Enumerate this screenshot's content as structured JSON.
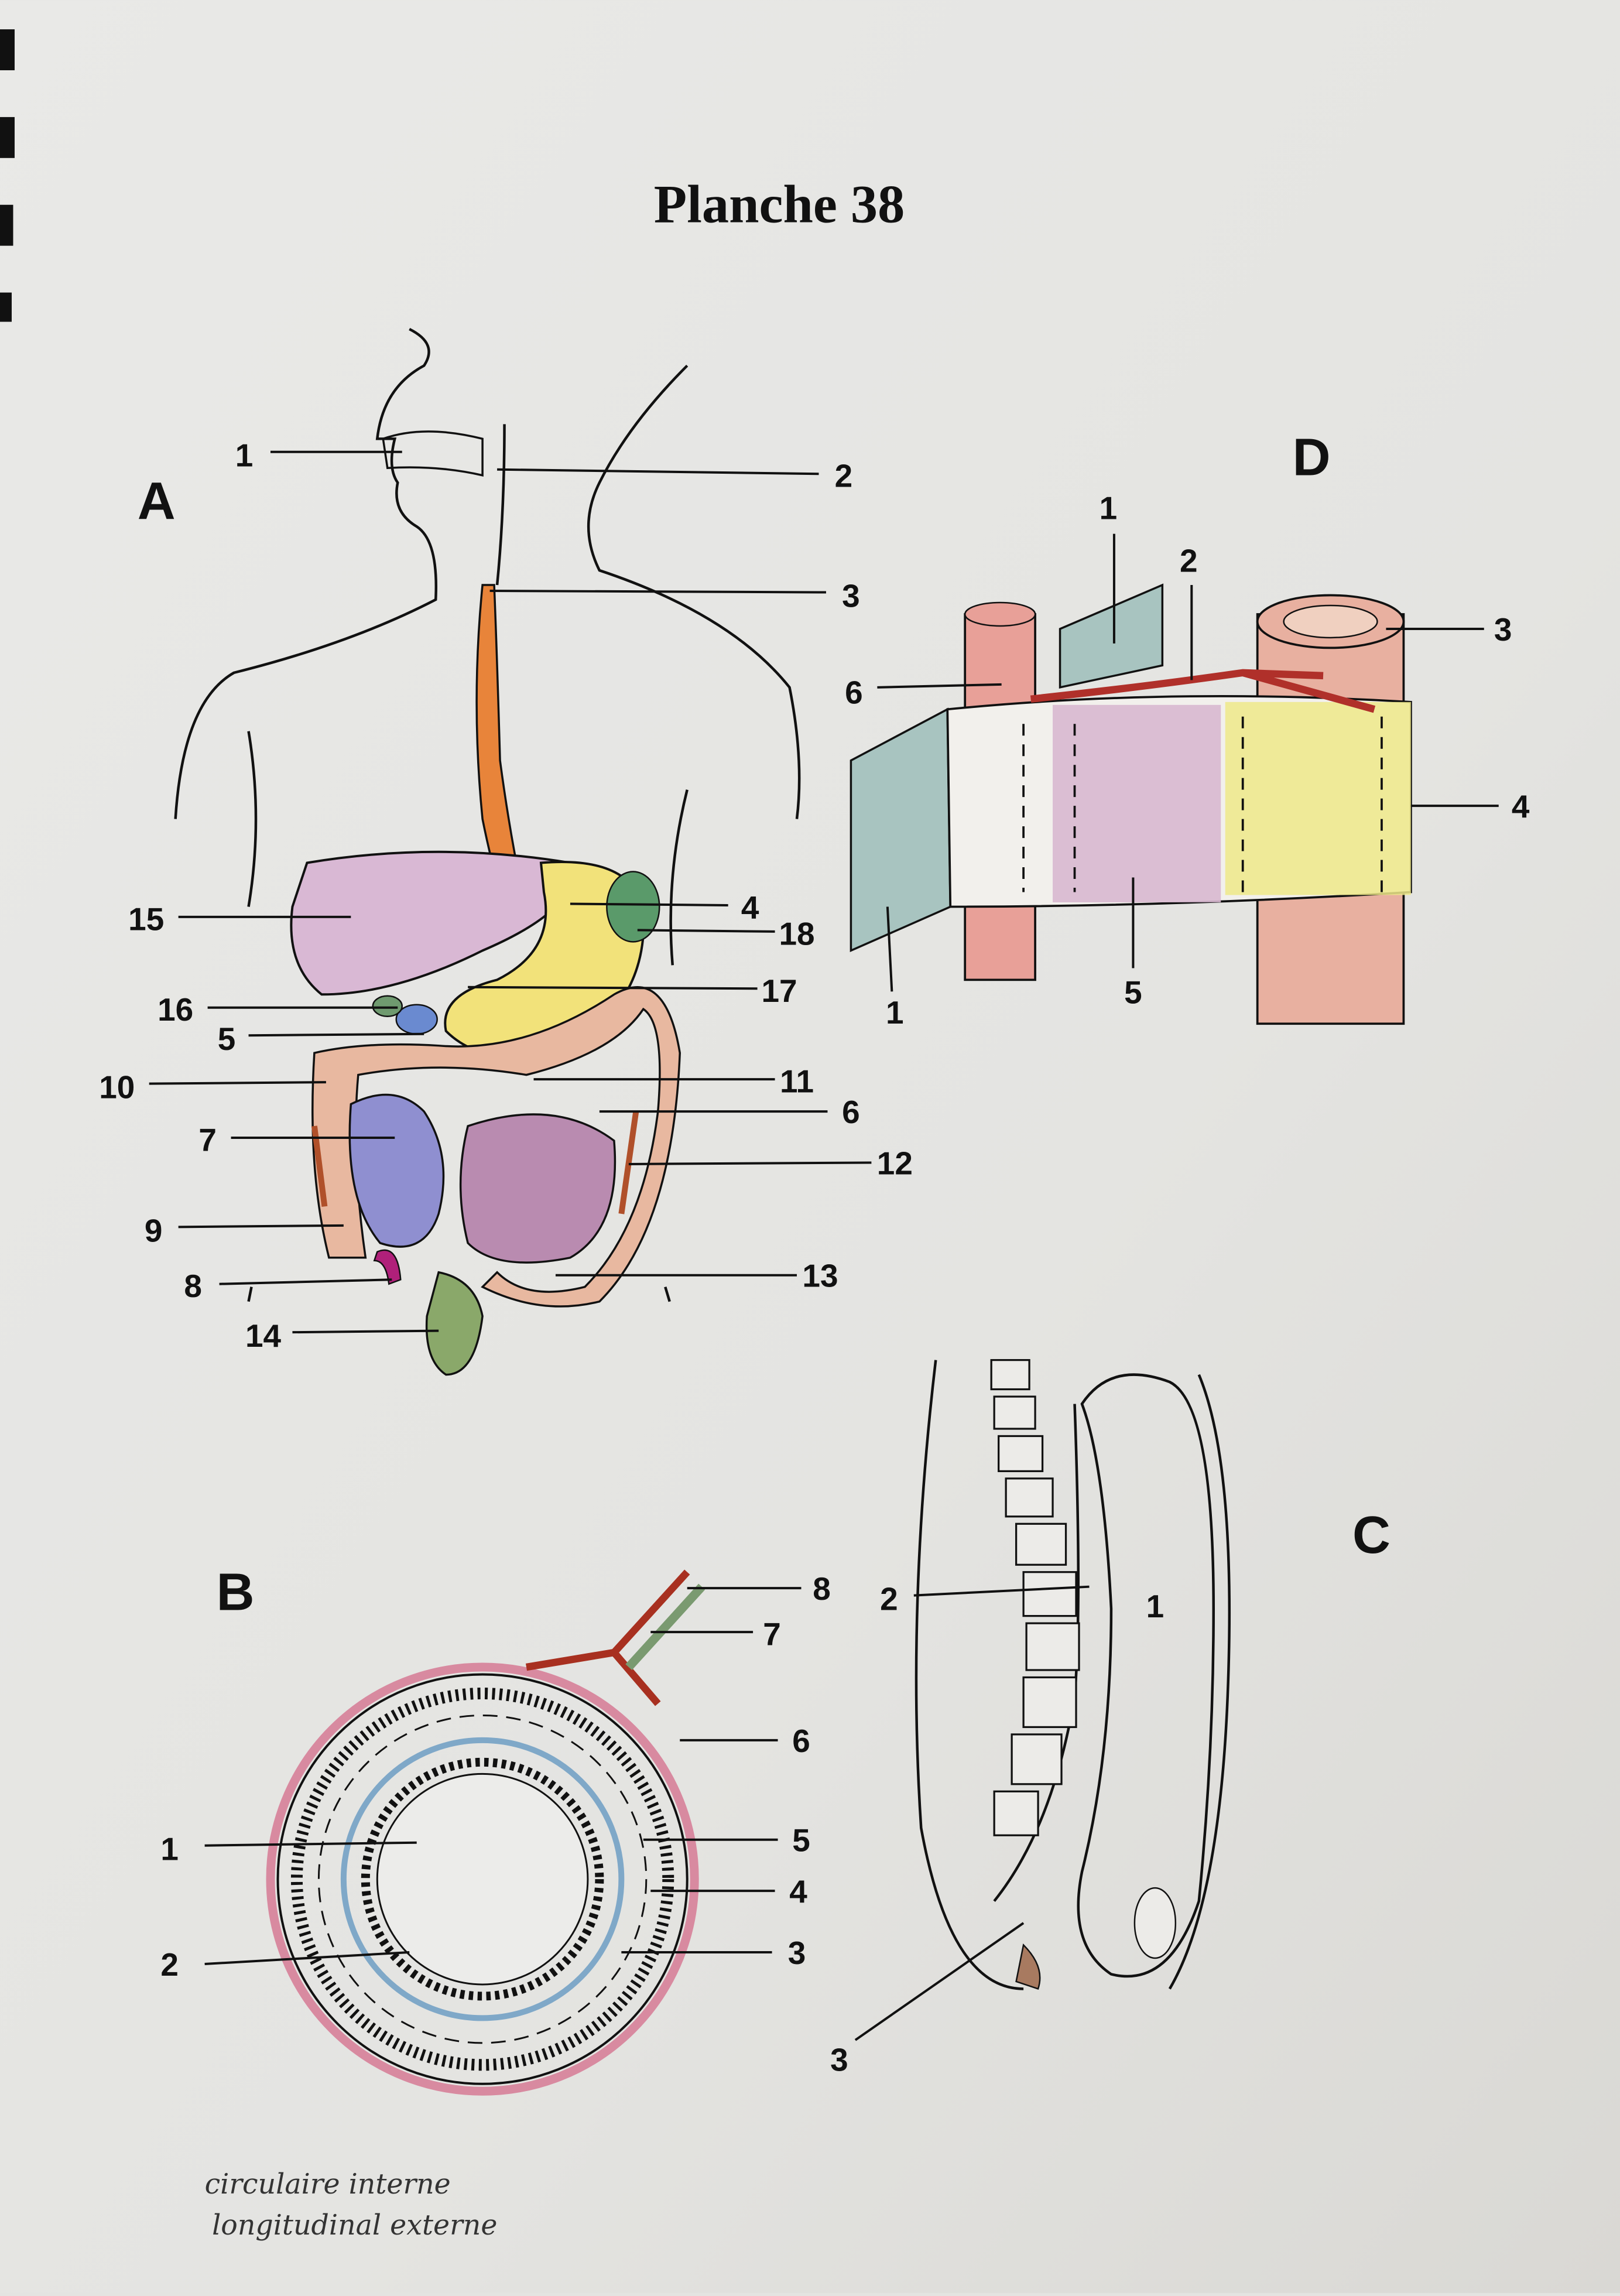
{
  "title": "Planche 38",
  "panels": {
    "A": {
      "letter": "A",
      "labels": [
        "1",
        "2",
        "3",
        "4",
        "18",
        "15",
        "17",
        "16",
        "5",
        "10",
        "11",
        "6",
        "7",
        "12",
        "9",
        "8",
        "13",
        "14"
      ]
    },
    "B": {
      "letter": "B",
      "labels": [
        "8",
        "7",
        "6",
        "5",
        "4",
        "3",
        "1",
        "2"
      ]
    },
    "C": {
      "letter": "C",
      "labels": [
        "2",
        "1",
        "3"
      ]
    },
    "D": {
      "letter": "D",
      "labels": [
        "1",
        "2",
        "3",
        "6",
        "4",
        "5",
        "1"
      ]
    }
  },
  "handwritten_notes": [
    "circulaire interne",
    "longitudinal externe"
  ],
  "colors": {
    "paper": "#e6e6e3",
    "esophagus": "#e8843a",
    "liver": "#d9b8d4",
    "stomach": "#f2e27a",
    "colon": "#e8b8a0",
    "small_intestine_blue": "#8f8fd0",
    "small_intestine_purple": "#b98bb0",
    "gallbladder": "#6f9a6f",
    "rectum": "#8aa86a",
    "appendix": "#b0207a",
    "mesentery_yellow": "#efe98a",
    "blood_vessel": "#b0302a",
    "serosa_pink": "#d88aa0",
    "mucosa_blue": "#7fa8c8"
  }
}
